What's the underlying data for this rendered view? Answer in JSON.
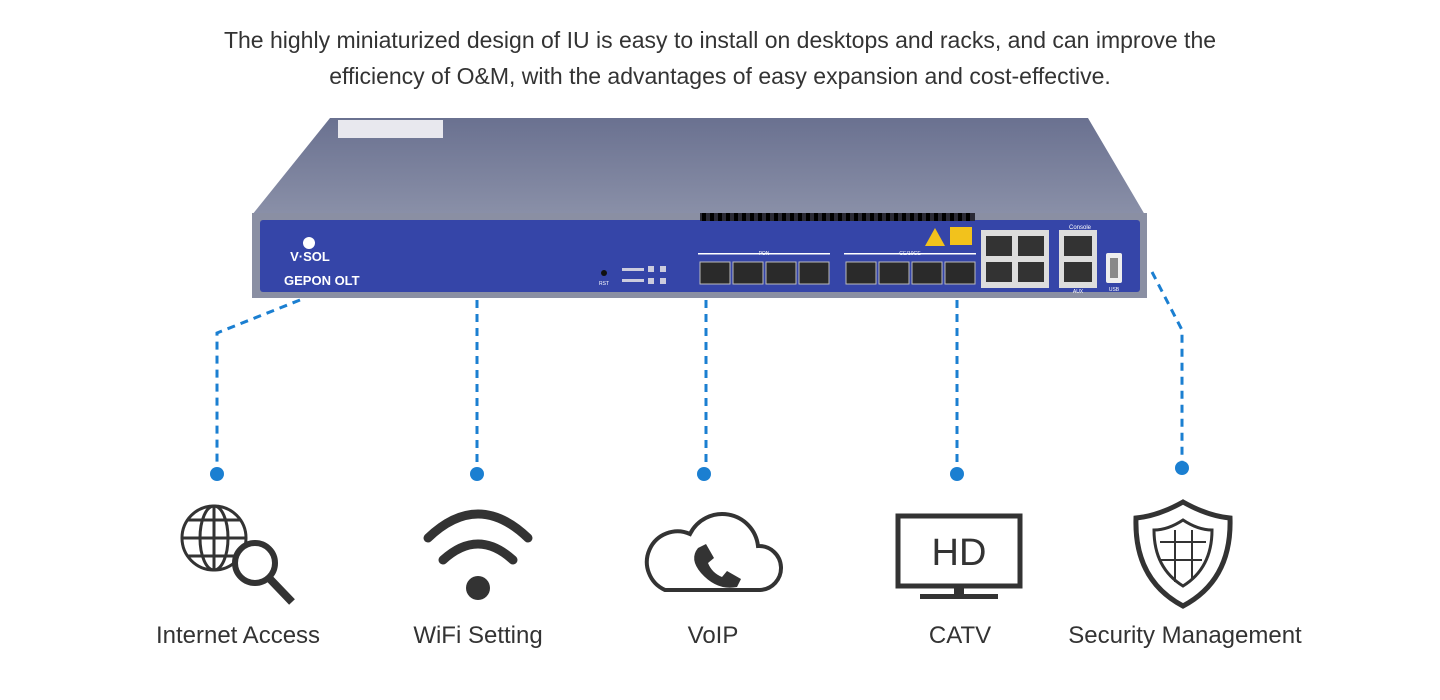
{
  "headline": {
    "line1": "The highly miniaturized design of IU is easy to install on desktops and racks, and can improve the",
    "line2": "efficiency of O&M, with the advantages of easy expansion and cost-effective."
  },
  "device": {
    "brand": "V·SOL",
    "model": "GEPON OLT",
    "pon_label": "PON",
    "ge_label": "GE/10GE",
    "console_label": "Console",
    "aux_label": "AUX",
    "usb_label": "USB",
    "rst_label": "RST"
  },
  "features": [
    {
      "label": "Internet Access",
      "icon": "globe-search-icon"
    },
    {
      "label": "WiFi Setting",
      "icon": "wifi-icon"
    },
    {
      "label": "VoIP",
      "icon": "cloud-phone-icon"
    },
    {
      "label": "CATV",
      "icon": "hd-tv-icon",
      "icon_text": "HD"
    },
    {
      "label": "Security Management",
      "icon": "shield-icon"
    }
  ],
  "colors": {
    "accent": "#1b7fd1",
    "panel": "#3545a8",
    "chassis": "#737a96",
    "text": "#333333"
  }
}
